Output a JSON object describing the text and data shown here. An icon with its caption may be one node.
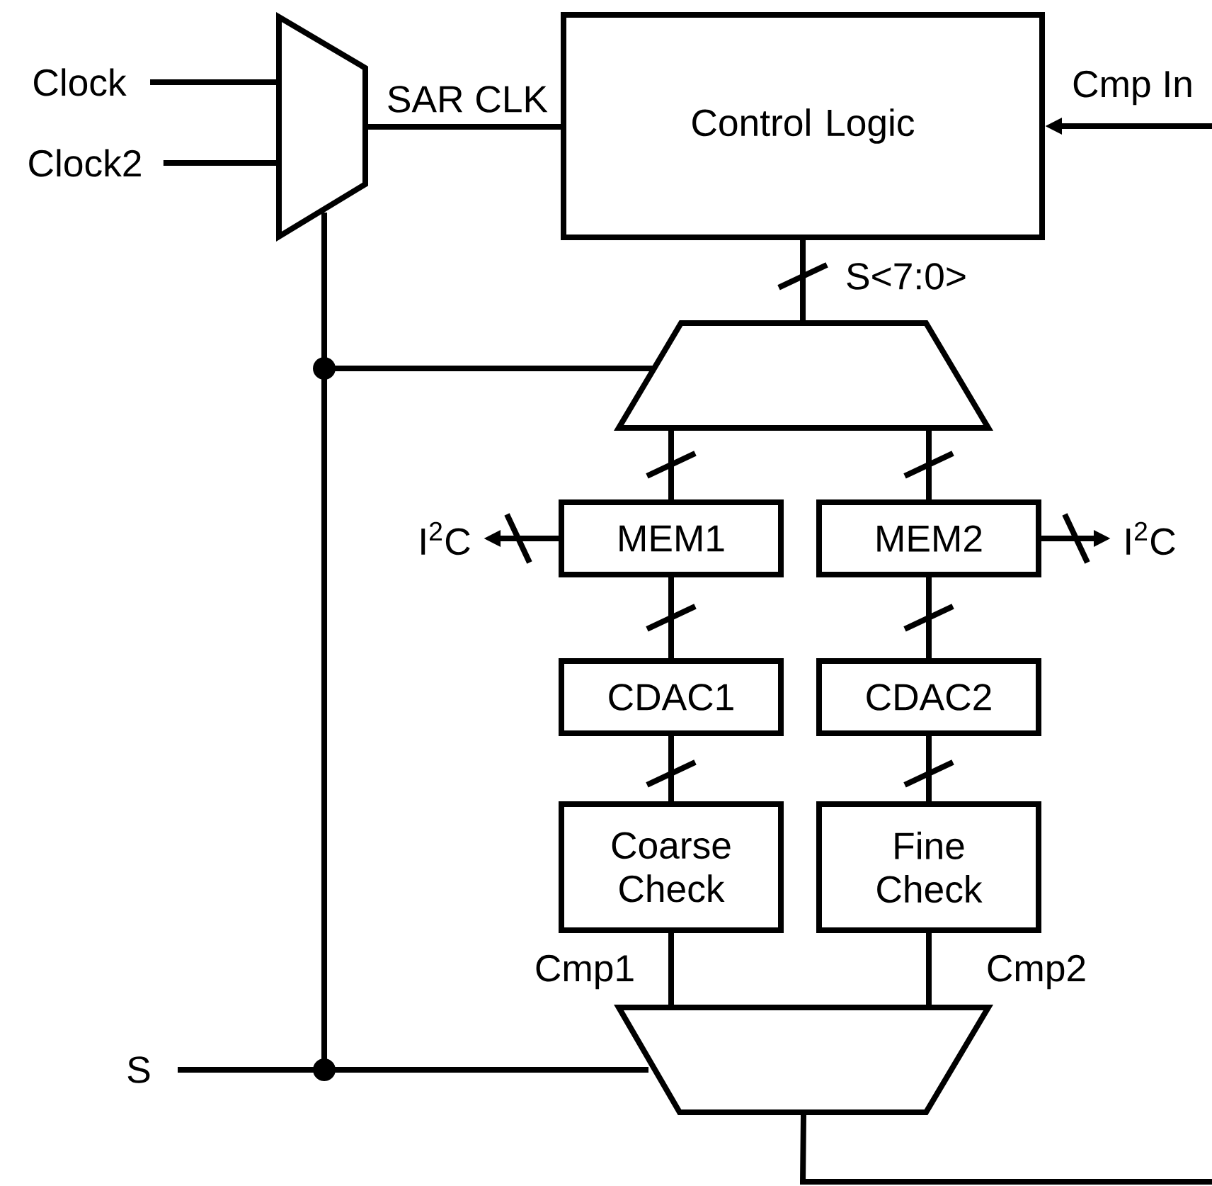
{
  "diagram": {
    "nodes": [
      {
        "text": [
          "Clock"
        ]
      },
      {
        "text": [
          "Clock2"
        ]
      },
      {
        "text": [],
        "shape": "trapezoid"
      },
      {
        "text": [
          "Control Logic"
        ]
      },
      {
        "text": [],
        "shape": "trapezoid"
      },
      {
        "text": [
          "MEM1"
        ]
      },
      {
        "text": [
          "MEM2"
        ]
      },
      {
        "text": [
          "I$^{2}$C"
        ]
      },
      {
        "text": [
          "I$^{2}$C"
        ]
      },
      {
        "text": [
          "CDAC1"
        ]
      },
      {
        "text": [
          "CDAC2"
        ]
      },
      {
        "text": [
          "Coarse Check"
        ]
      },
      {
        "text": [
          "Fine Check"
        ]
      },
      {
        "text": [],
        "shape": "trapezoid"
      },
      {
        "text": [
          "S"
        ]
      }
    ],
    "edges": [
      {
        "from": 0,
        "to": 2,
        "arrow": "none"
      },
      {
        "from": 1,
        "to": 2,
        "arrow": "none"
      },
      {
        "from": 2,
        "to": 3,
        "arrow": "none",
        "label": "SAR CLK"
      },
      {
        "from": null,
        "to": 3,
        "arrow": "to",
        "label": "Cmp In"
      },
      {
        "from": 3,
        "to": 4,
        "arrow": "none",
        "label": "S<7:0>"
      },
      {
        "from": 4,
        "to": 5,
        "arrow": "none"
      },
      {
        "from": 4,
        "to": 6,
        "arrow": "none"
      },
      {
        "from": 5,
        "to": 7,
        "arrow": "to"
      },
      {
        "from": 6,
        "to": 8,
        "arrow": "to"
      },
      {
        "from": 5,
        "to": 9,
        "arrow": "none"
      },
      {
        "from": 6,
        "to": 10,
        "arrow": "none"
      },
      {
        "from": 9,
        "to": 11,
        "arrow": "none"
      },
      {
        "from": 10,
        "to": 12,
        "arrow": "none"
      },
      {
        "from": 11,
        "to": 13,
        "arrow": "none",
        "label": "Cmp1"
      },
      {
        "from": 12,
        "to": 13,
        "arrow": "none",
        "label": "Cmp2"
      },
      {
        "from": 14,
        "to": 13,
        "arrow": "none"
      },
      {
        "from": 14,
        "to": 2,
        "arrow": "none"
      },
      {
        "from": 14,
        "to": 4,
        "arrow": "none"
      },
      {
        "from": 13,
        "to": null,
        "arrow": "none"
      }
    ]
  }
}
